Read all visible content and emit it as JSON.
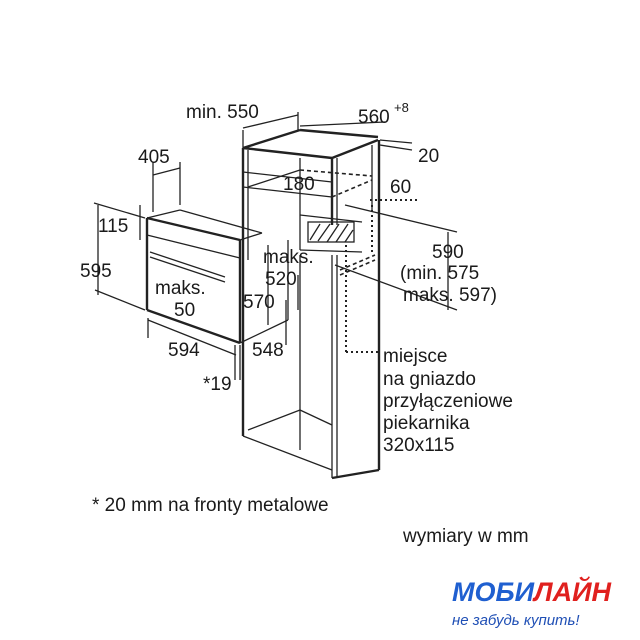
{
  "dimensions": {
    "min_550": "min. 550",
    "w560": "560",
    "w560_tol": "+8",
    "d20": "20",
    "d405": "405",
    "d180": "180",
    "d60": "60",
    "d115": "115",
    "d595": "595",
    "maks_520_a": "maks.",
    "maks_520_b": "520",
    "d590": "590",
    "min_575": "(min. 575",
    "maks_597": "maks. 597)",
    "maks_50_a": "maks.",
    "maks_50_b": "50",
    "d570": "570",
    "d594": "594",
    "d548": "548",
    "star19": "*19"
  },
  "socket_note": [
    "miejsce",
    "na gniazdo",
    "przyłączeniowe",
    "piekarnika",
    "320x115"
  ],
  "footnote": "* 20 mm na fronty metalowe",
  "units_note": "wymiary w mm",
  "logo": {
    "brand_part1": "МОБИ",
    "brand_part2": "ЛАЙН",
    "slogan": "не забудь купить!",
    "color_blue": "#1f5fd0",
    "color_red": "#e0201e"
  }
}
